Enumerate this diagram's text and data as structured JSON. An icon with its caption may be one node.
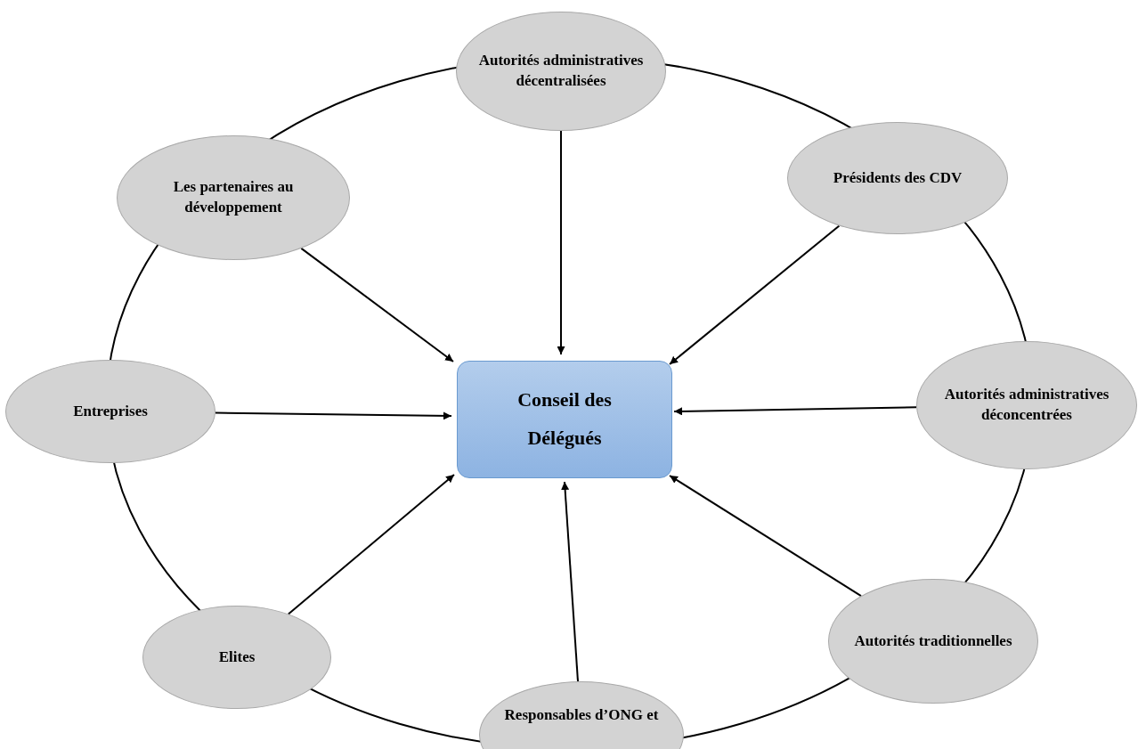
{
  "diagram": {
    "nodes": [
      {
        "text": [
          "Autorités administratives décentralisées"
        ]
      },
      {
        "text": [
          "Les partenaires au développement"
        ]
      },
      {
        "text": [
          "Présidents des CDV"
        ]
      },
      {
        "text": [
          "Entreprises"
        ]
      },
      {
        "text": [
          "Conseil des Délégués"
        ]
      },
      {
        "text": [
          "Autorités administratives déconcentrées"
        ]
      },
      {
        "text": [
          "Elites"
        ]
      },
      {
        "text": [
          "Autorités traditionnelles"
        ]
      },
      {
        "text": [
          "Responsables d’ONG et"
        ]
      }
    ],
    "edges": [
      {
        "from": 0,
        "to": 4,
        "arrow": "to"
      },
      {
        "from": 1,
        "to": 4,
        "arrow": "to"
      },
      {
        "from": 2,
        "to": 4,
        "arrow": "to"
      },
      {
        "from": 3,
        "to": 4,
        "arrow": "to"
      },
      {
        "from": 5,
        "to": 4,
        "arrow": "to"
      },
      {
        "from": 6,
        "to": 4,
        "arrow": "to"
      },
      {
        "from": 7,
        "to": 4,
        "arrow": "to"
      },
      {
        "from": 8,
        "to": 4,
        "arrow": "to"
      }
    ]
  }
}
